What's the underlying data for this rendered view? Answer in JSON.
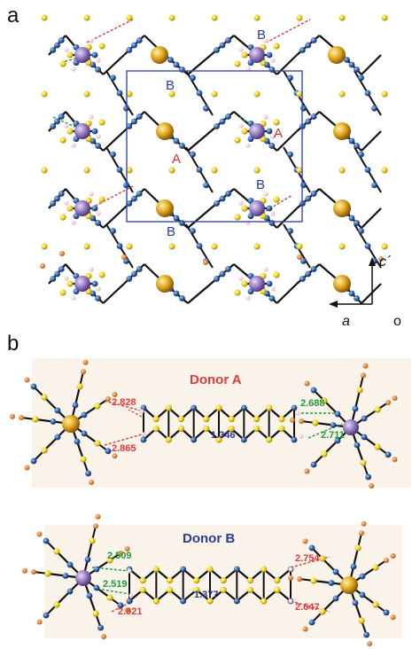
{
  "panel_a": {
    "label": "a",
    "cell_labels": [
      {
        "text": "B",
        "color": "#2a3a9a"
      },
      {
        "text": "B",
        "color": "#2a3a9a"
      },
      {
        "text": "A",
        "color": "#d03030"
      },
      {
        "text": "A",
        "color": "#d03030"
      },
      {
        "text": "B",
        "color": "#2a3a9a"
      },
      {
        "text": "B",
        "color": "#2a3a9a"
      }
    ],
    "axes": {
      "c": "c´",
      "a": "a",
      "o": "o"
    }
  },
  "panel_b": {
    "label": "b",
    "donor_a": {
      "title": "Donor A",
      "title_color": "#e03a3a",
      "contacts": [
        {
          "text": "2.828",
          "color": "#e03a3a"
        },
        {
          "text": "2.865",
          "color": "#e03a3a"
        },
        {
          "text": "1.346",
          "color": "#2a3a9a"
        },
        {
          "text": "2.688",
          "color": "#1f9a3a"
        },
        {
          "text": "2.711",
          "color": "#1f9a3a"
        }
      ]
    },
    "donor_b": {
      "title": "Donor B",
      "title_color": "#2a3a9a",
      "contacts": [
        {
          "text": "2.509",
          "color": "#1f9a3a"
        },
        {
          "text": "2.519",
          "color": "#1f9a3a"
        },
        {
          "text": "2.921",
          "color": "#e03a3a"
        },
        {
          "text": "1.377",
          "color": "#2a3a9a"
        },
        {
          "text": "2.754",
          "color": "#e03a3a"
        },
        {
          "text": "2.647",
          "color": "#e03a3a"
        }
      ]
    }
  },
  "colors": {
    "sulfur": "#f0d020",
    "carbon": "#2a5fa8",
    "hydrogen": "#f2c8d0",
    "metal_gold": "#e0a820",
    "metal_purple": "#9a7cc4",
    "oxygen": "#e07a2a",
    "panel_bg": "#faf3ea",
    "cell_box": "#3a4aa8"
  }
}
